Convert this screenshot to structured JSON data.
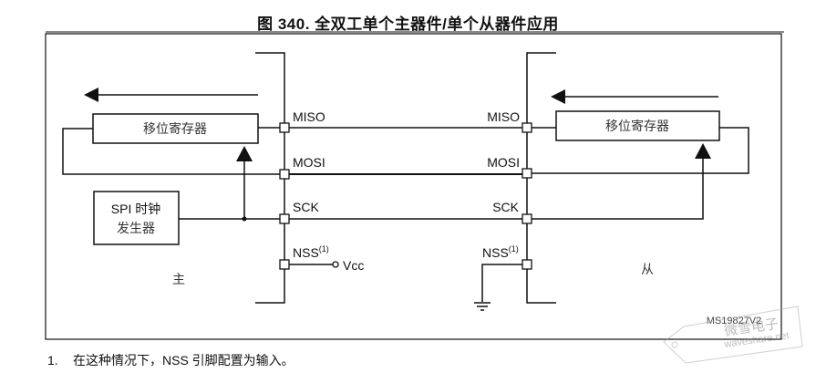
{
  "figure": {
    "title": "图 340. 全双工单个主器件/单个从器件应用",
    "diagram_id": "MS19827V2"
  },
  "master": {
    "label": "主",
    "shift_register": "移位寄存器",
    "clock_generator_line1": "SPI 时钟",
    "clock_generator_line2": "发生器",
    "pins": {
      "miso": "MISO",
      "mosi": "MOSI",
      "sck": "SCK",
      "nss": "NSS",
      "nss_note": "(1)"
    },
    "nss_connection": "Vcc"
  },
  "slave": {
    "label": "从",
    "shift_register": "移位寄存器",
    "pins": {
      "miso": "MISO",
      "mosi": "MOSI",
      "sck": "SCK",
      "nss": "NSS",
      "nss_note": "(1)"
    },
    "nss_connection": "ground-icon"
  },
  "footnote": {
    "number": "1.",
    "text": "在这种情况下，NSS 引脚配置为输入。"
  },
  "watermark": {
    "brand_cn": "微雪电子",
    "brand_url": "waveshare.net"
  }
}
